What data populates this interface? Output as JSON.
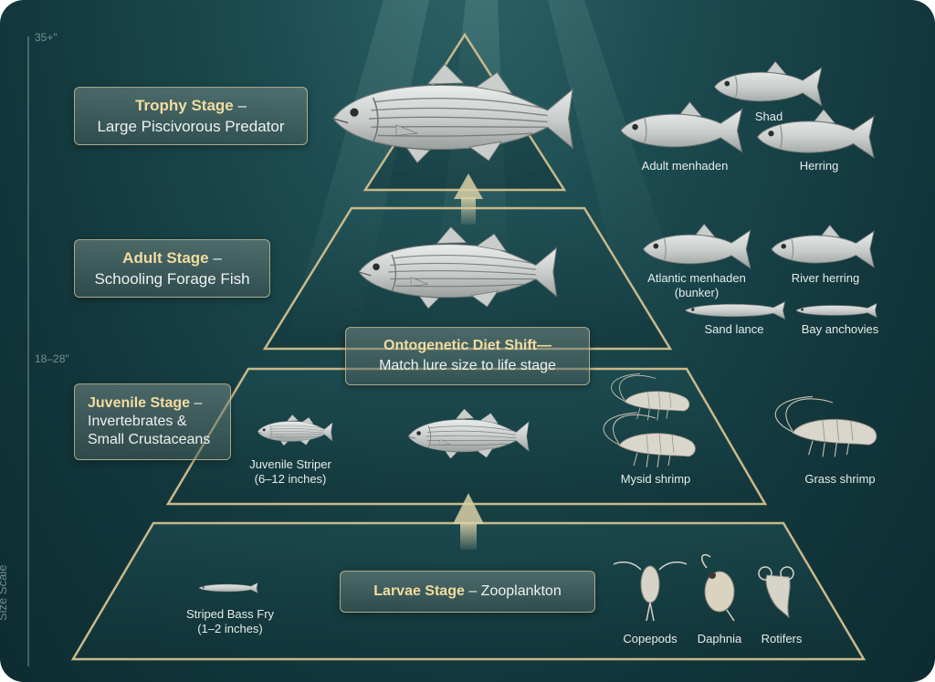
{
  "scale": {
    "top": "35+\"",
    "mid": "18–28\"",
    "label": "Size Scale"
  },
  "stages": {
    "trophy": {
      "title": "Trophy Stage",
      "sep": " –",
      "desc": "Large Piscivorous Predator"
    },
    "adult": {
      "title": "Adult Stage",
      "sep": " –",
      "desc": "Schooling Forage Fish"
    },
    "juvenile": {
      "title": "Juvenile Stage",
      "sep": " –",
      "desc1": "Invertebrates &",
      "desc2": "Small Crustaceans"
    },
    "larvae": {
      "title": "Larvae Stage",
      "sep": " – Zooplankton"
    }
  },
  "callout": {
    "title": "Ontogenetic Diet Shift—",
    "desc": "Match lure size to life stage"
  },
  "prey": {
    "shad": "Shad",
    "adult_menhaden": "Adult menhaden",
    "herring": "Herring",
    "atlantic_menhaden_1": "Atlantic menhaden",
    "atlantic_menhaden_2": "(bunker)",
    "river_herring": "River herring",
    "sand_lance": "Sand lance",
    "bay_anchovies": "Bay anchovies",
    "juvenile_striper_1": "Juvenile Striper",
    "juvenile_striper_2": "(6–12 inches)",
    "mysid_shrimp": "Mysid shrimp",
    "grass_shrimp": "Grass shrimp",
    "fry_1": "Striped Bass Fry",
    "fry_2": "(1–2 inches)",
    "copepods": "Copepods",
    "daphnia": "Daphnia",
    "rotifers": "Rotifers"
  },
  "colors": {
    "accent": "#f1dca0",
    "border": "#c9b98a",
    "water": "#1b4a4f"
  }
}
